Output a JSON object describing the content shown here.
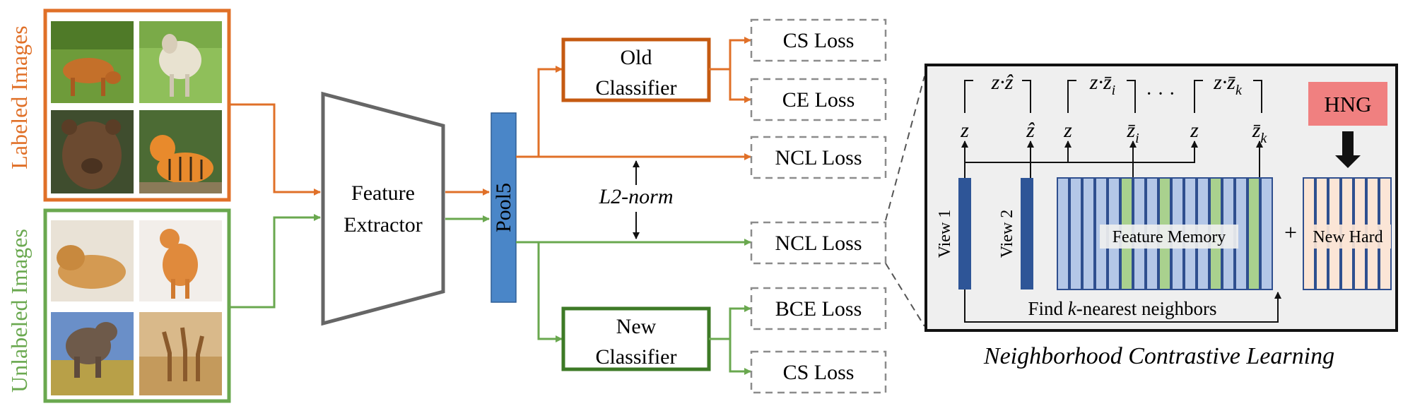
{
  "left_inputs": {
    "labeled_label": "Labeled Images",
    "unlabeled_label": "Unlabeled Images",
    "labeled_thumbs": [
      "cow",
      "sheep",
      "bear",
      "tiger"
    ],
    "unlabeled_thumbs": [
      "dog",
      "cat",
      "elephant",
      "giraffes"
    ]
  },
  "extractor": {
    "line1": "Feature",
    "line2": "Extractor"
  },
  "pool": {
    "label": "Pool5"
  },
  "norm": {
    "label": "L2-norm"
  },
  "classifiers": {
    "old": {
      "line1": "Old",
      "line2": "Classifier"
    },
    "new": {
      "line1": "New",
      "line2": "Classifier"
    }
  },
  "losses": {
    "cs_top": "CS Loss",
    "ce": "CE Loss",
    "ncl_labeled": "NCL Loss",
    "ncl_unlabeled": "NCL Loss",
    "bce": "BCE Loss",
    "cs_bottom": "CS Loss"
  },
  "ncl_panel": {
    "caption": "Neighborhood Contrastive Learning",
    "hng": "HNG",
    "view1": "View 1",
    "view2": "View 2",
    "feature_memory": "Feature Memory",
    "new_hard": "New Hard",
    "plus": "+",
    "find_knn_prefix": "Find ",
    "find_knn_k": "k",
    "find_knn_suffix": "-nearest neighbors",
    "ellipsis": "· · ·",
    "sims": [
      "z·ẑ",
      "z·z̄",
      "z·z̄"
    ],
    "sim_subs": [
      "",
      "i",
      "k"
    ],
    "vec_labels": [
      "z",
      "ẑ",
      "z",
      "z̄",
      "z",
      "z̄"
    ],
    "vec_subs": [
      "",
      "",
      "",
      "i",
      "",
      "k"
    ]
  },
  "colors": {
    "labeled": "#E07028",
    "unlabeled": "#6AA84F",
    "pool": "#4A86C8",
    "old_classifier": "#C55A11",
    "new_classifier": "#3D7A26",
    "memory_blue": "#B4C7E7",
    "memory_green": "#A9D18E",
    "memory_border": "#2F4F8F",
    "new_hard": "#FBE5D6",
    "hng": "#F08080",
    "panel_bg": "#EFEFEF",
    "view_bar": "#2E5597"
  }
}
